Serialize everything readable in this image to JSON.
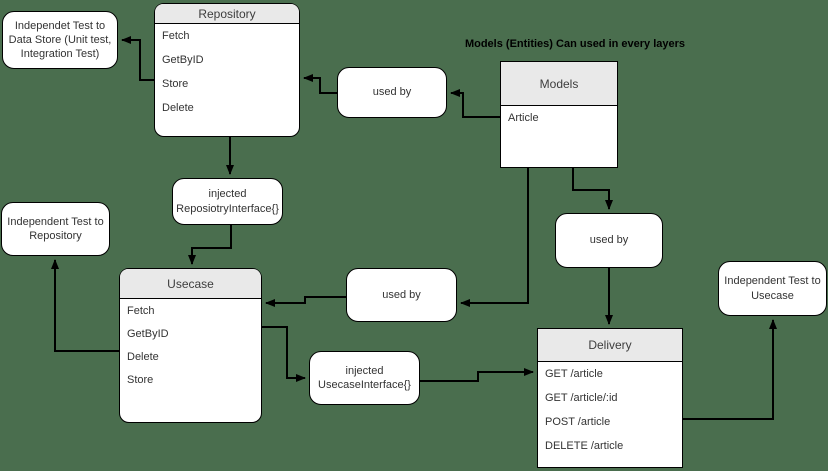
{
  "note": {
    "text": "Models (Entities) Can used in every layers"
  },
  "entities": {
    "repository": {
      "title": "Repository",
      "rows": [
        "Fetch",
        "GetByID",
        "Store",
        "Delete"
      ]
    },
    "models": {
      "title": "Models",
      "rows": [
        "Article"
      ]
    },
    "usecase": {
      "title": "Usecase",
      "rows": [
        "Fetch",
        "GetByID",
        "Delete",
        "Store"
      ]
    },
    "delivery": {
      "title": "Delivery",
      "rows": [
        "GET /article",
        "GET /article/:id",
        "POST /article",
        "DELETE /article"
      ]
    }
  },
  "labels": {
    "used_by": "used by",
    "injected_repository": "injected\nReposiotryInterface{}",
    "injected_usecase": "injected\nUsecaseInterface{}",
    "test_datastore": "Independet Test  to\nData Store (Unit test,\nIntegration Test)",
    "test_repository": "Independent Test to\nRepository",
    "test_usecase": "Independent Test to\nUsecase"
  },
  "colors": {
    "background": "#4a6e4e",
    "box_fill": "#ffffff",
    "header_fill": "#e9e9e9",
    "border": "#000000",
    "text": "#333333",
    "connector": "#000000"
  }
}
